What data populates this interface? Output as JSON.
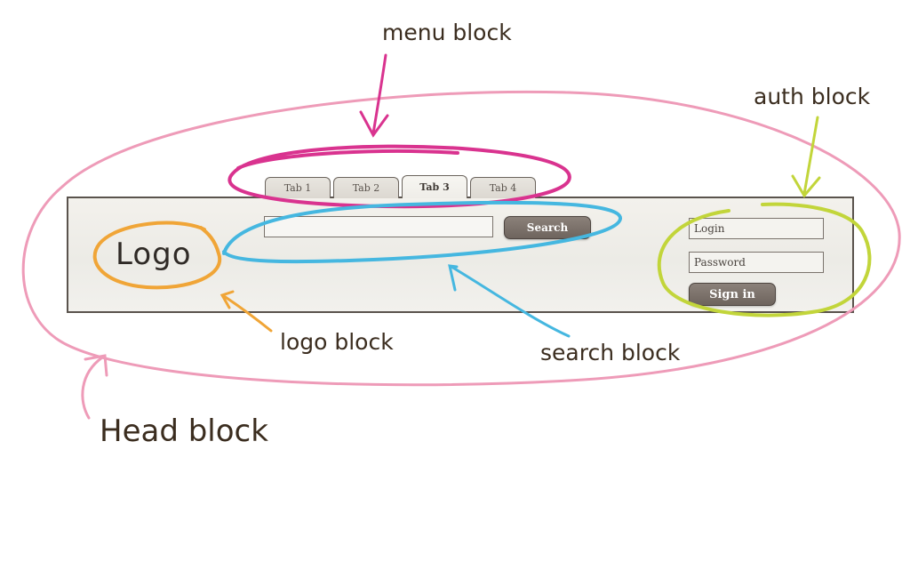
{
  "mockup": {
    "tabs": [
      "Tab 1",
      "Tab 2",
      "Tab 3",
      "Tab 4"
    ],
    "active_tab": 2,
    "search": {
      "value": "",
      "button_label": "Search"
    },
    "logo": "Logo",
    "auth": {
      "login_value": "Login",
      "password_value": "Password",
      "signin_label": "Sign in"
    }
  },
  "annotations": {
    "menu": "menu block",
    "auth": "auth block",
    "logo": "logo block",
    "search": "search block",
    "head": "Head block"
  },
  "colors": {
    "head": "#ee9bb8",
    "menu": "#d9338f",
    "search": "#45b7e0",
    "logo": "#f0a537",
    "auth": "#c2d53a",
    "label": "#3b2d1f"
  }
}
